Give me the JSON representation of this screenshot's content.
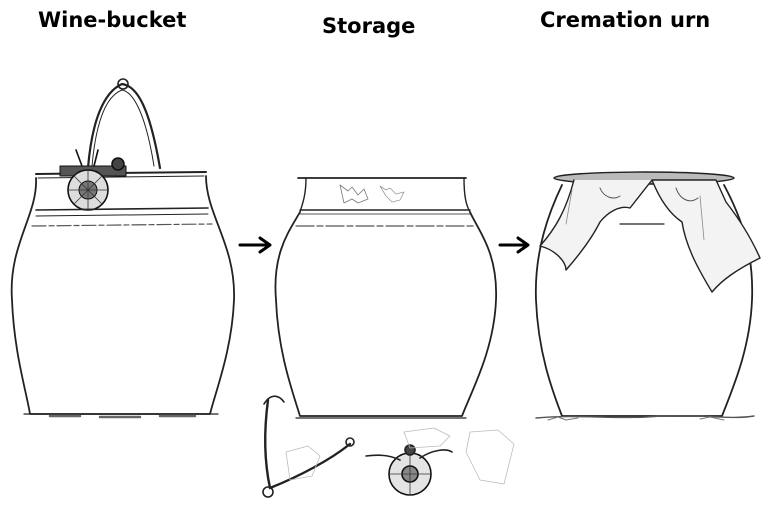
{
  "stages": [
    {
      "label": "Wine-bucket"
    },
    {
      "label": "Storage"
    },
    {
      "label": "Cremation urn"
    }
  ],
  "flow": [
    {
      "from": "Wine-bucket",
      "to": "Storage"
    },
    {
      "from": "Storage",
      "to": "Cremation urn"
    }
  ],
  "colors": {
    "ink": "#111111",
    "stroke": "#222222",
    "shade": "#888888",
    "cloth": "#f3f3f3",
    "background": "#ffffff"
  }
}
